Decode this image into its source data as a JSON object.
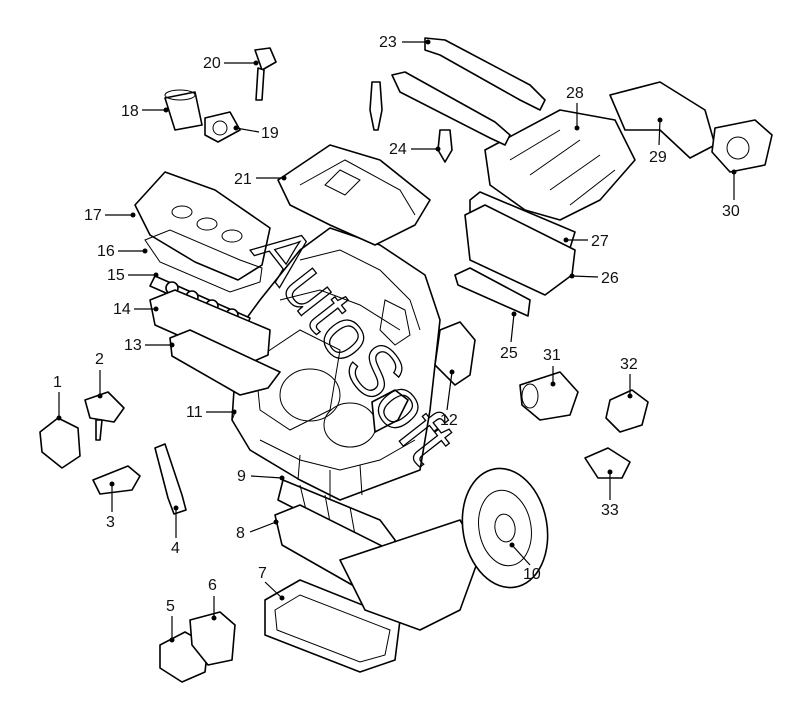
{
  "diagram": {
    "part_numbers": [
      "1",
      "2",
      "3",
      "4",
      "5",
      "6",
      "7",
      "8",
      "9",
      "10",
      "11",
      "12",
      "13",
      "14",
      "15",
      "16",
      "17",
      "18",
      "19",
      "20",
      "21",
      "23",
      "24",
      "25",
      "26",
      "27",
      "28",
      "29",
      "30",
      "31",
      "32",
      "33"
    ],
    "watermark": "AutoSoft"
  }
}
